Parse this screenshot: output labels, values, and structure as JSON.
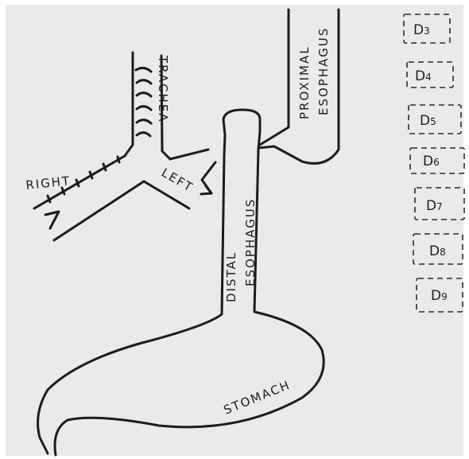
{
  "labels": {
    "trachea": "TRACHEA",
    "right": "RIGHT",
    "left": "LEFT",
    "proximal": "PROXIMAL",
    "esophagus_proximal": "ESOPHAGUS",
    "distal": "DISTAL",
    "esophagus_distal": "ESOPHAGUS",
    "stomach": "STOMACH"
  },
  "vertebrae": [
    {
      "letter": "D",
      "num": "3"
    },
    {
      "letter": "D",
      "num": "4"
    },
    {
      "letter": "D",
      "num": "5"
    },
    {
      "letter": "D",
      "num": "6"
    },
    {
      "letter": "D",
      "num": "7"
    },
    {
      "letter": "D",
      "num": "8"
    },
    {
      "letter": "D",
      "num": "9"
    }
  ]
}
